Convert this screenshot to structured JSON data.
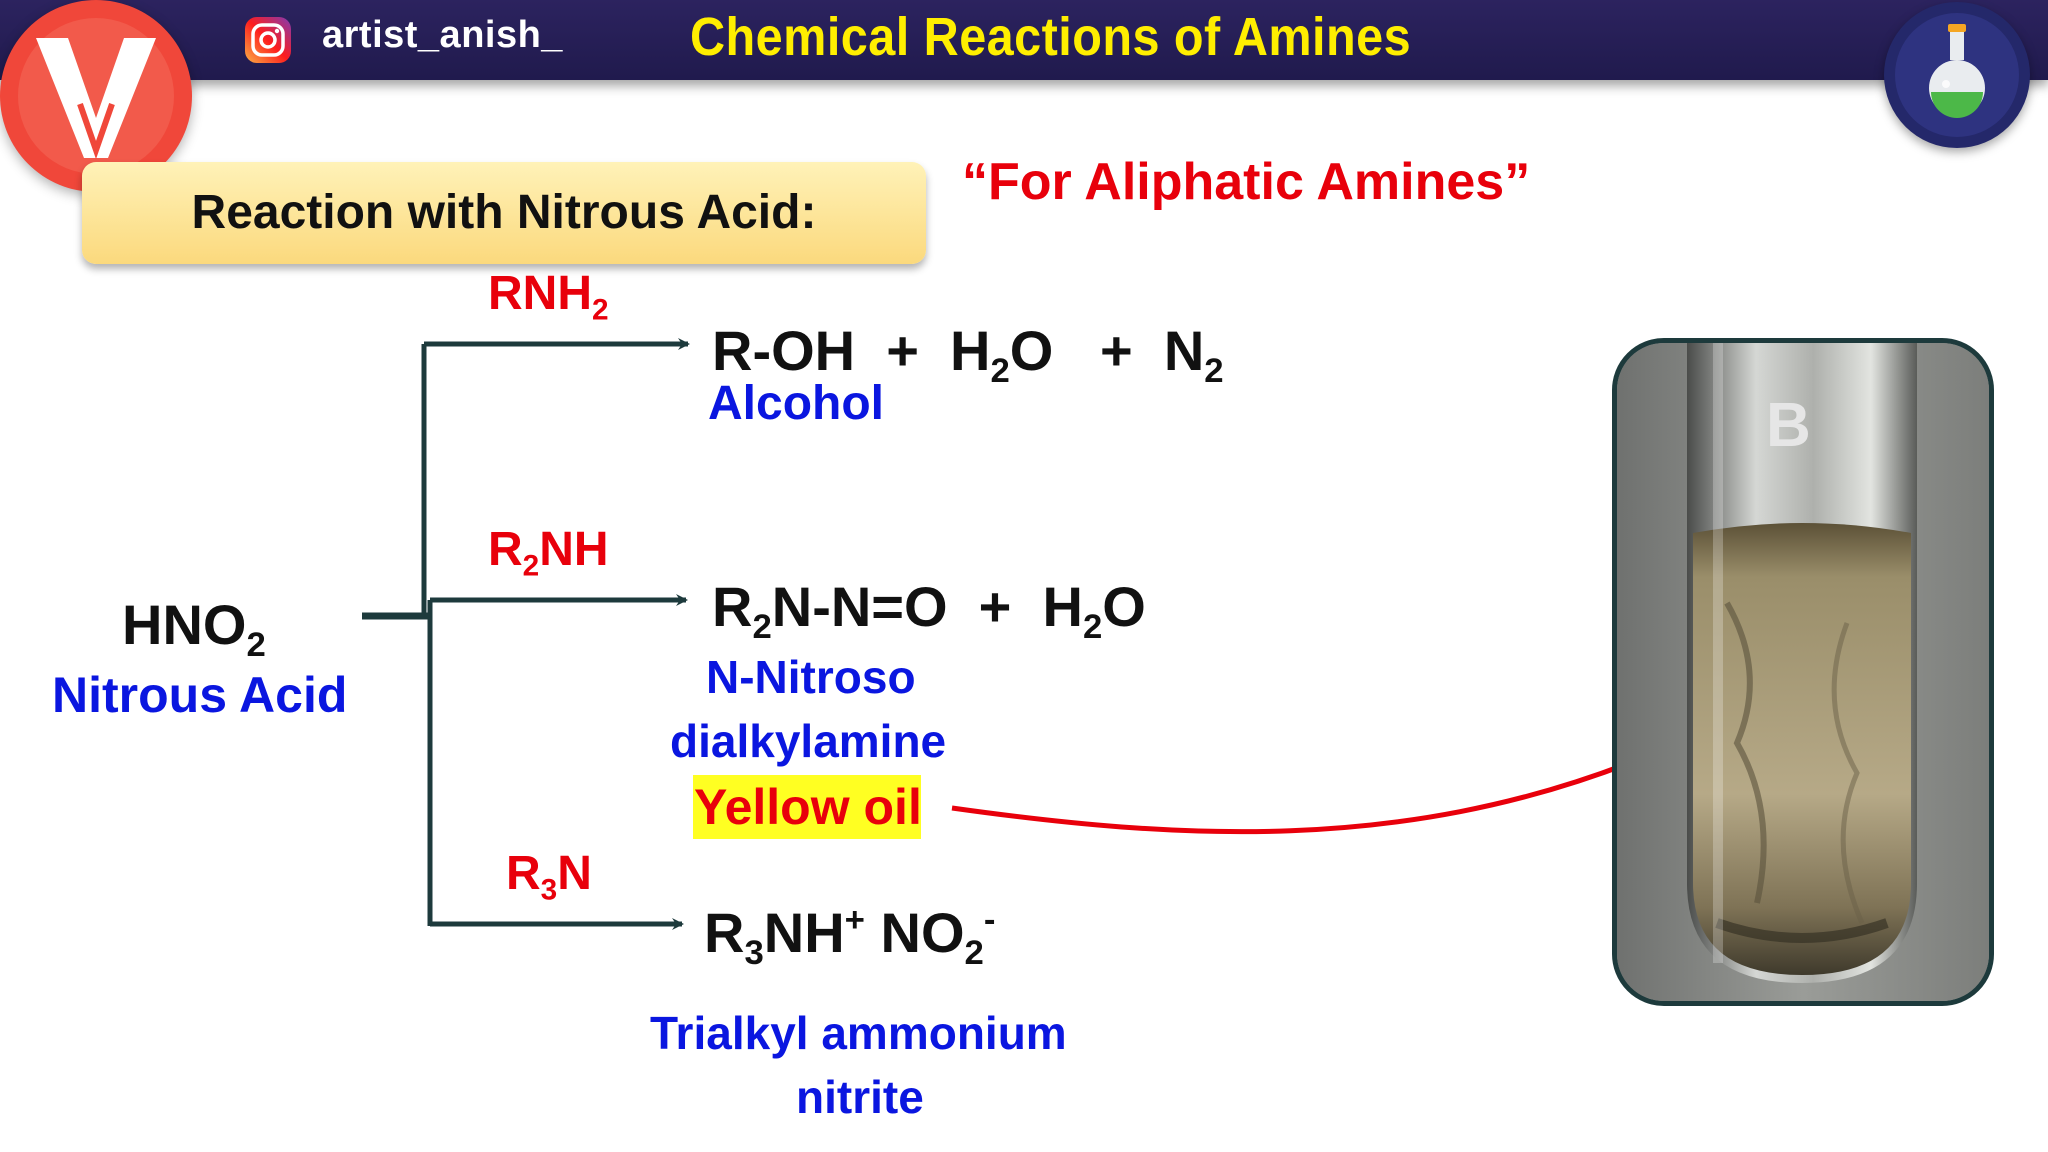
{
  "header": {
    "instagram_handle": "artist_anish_",
    "title": "Chemical Reactions of Amines"
  },
  "banner": {
    "text": "Reaction with Nitrous Acid:"
  },
  "subtitle": "“For Aliphatic Amines”",
  "reactant": {
    "formula": "HNO",
    "sub": "2",
    "name": "Nitrous Acid"
  },
  "reactions": [
    {
      "reagent": {
        "main": "RNH",
        "sub": "2"
      },
      "product": [
        "R-OH  +  H",
        "2",
        "O   +  N",
        "2"
      ],
      "product_name": "Alcohol"
    },
    {
      "reagent": {
        "pre": "R",
        "sub": "2",
        "post": "NH"
      },
      "product": [
        "R",
        "2",
        "N-N=O  +  H",
        "2",
        "O"
      ],
      "product_name_line1": "N-Nitroso",
      "product_name_line2": "dialkylamine",
      "note": "Yellow oil"
    },
    {
      "reagent": {
        "pre": "R",
        "sub": "3",
        "post": "N"
      },
      "product": [
        "R",
        "3",
        "NH",
        "+",
        "NO",
        "2",
        "-"
      ],
      "product_name_line1": "Trialkyl ammonium",
      "product_name_line2": "nitrite"
    }
  ],
  "photo": {
    "label": "B"
  },
  "colors": {
    "header_bg": "#2c235f",
    "title": "#ffee00",
    "reagent": "#e8000b",
    "name": "#0a16e0",
    "arrow": "#1d3a3c",
    "highlight": "#ffff22"
  }
}
